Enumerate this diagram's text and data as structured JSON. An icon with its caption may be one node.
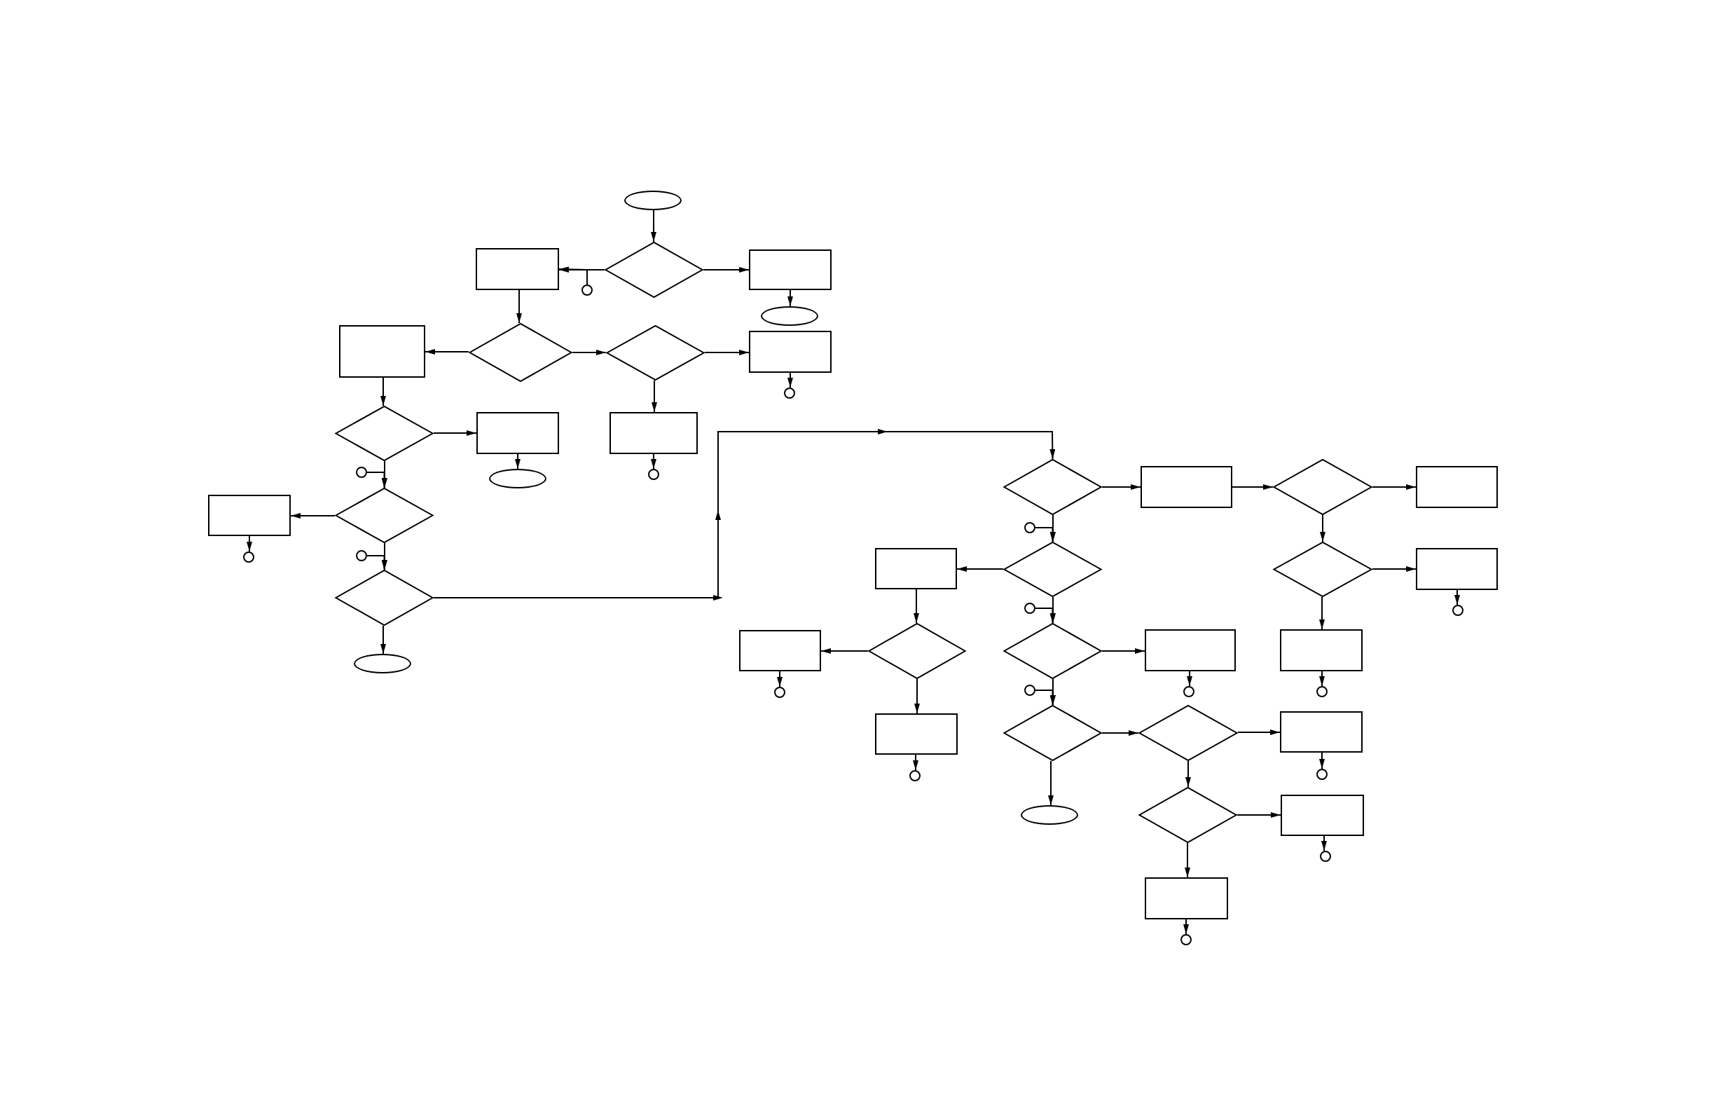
{
  "diagram": {
    "nodes": [
      {
        "text": [],
        "shape": "ellipse"
      },
      {
        "text": [],
        "shape": "diamond"
      },
      {
        "text": [],
        "shape": "box"
      },
      {
        "text": [],
        "shape": "box"
      },
      {
        "text": [],
        "shape": "ellipse"
      },
      {
        "text": [],
        "shape": "circle"
      },
      {
        "text": [],
        "shape": "box"
      },
      {
        "text": [],
        "shape": "diamond"
      },
      {
        "text": [],
        "shape": "diamond"
      },
      {
        "text": [],
        "shape": "box"
      },
      {
        "text": [],
        "shape": "circle"
      },
      {
        "text": [],
        "shape": "diamond"
      },
      {
        "text": [],
        "shape": "box"
      },
      {
        "text": [],
        "shape": "ellipse"
      },
      {
        "text": [],
        "shape": "box"
      },
      {
        "text": [],
        "shape": "circle"
      },
      {
        "text": [],
        "shape": "circle"
      },
      {
        "text": [],
        "shape": "diamond"
      },
      {
        "text": [],
        "shape": "box"
      },
      {
        "text": [],
        "shape": "circle"
      },
      {
        "text": [],
        "shape": "circle"
      },
      {
        "text": [],
        "shape": "diamond"
      },
      {
        "text": [],
        "shape": "ellipse"
      },
      {
        "text": [],
        "shape": "diamond"
      },
      {
        "text": [],
        "shape": "box"
      },
      {
        "text": [],
        "shape": "diamond"
      },
      {
        "text": [],
        "shape": "box"
      },
      {
        "text": [],
        "shape": "circle"
      },
      {
        "text": [],
        "shape": "diamond"
      },
      {
        "text": [],
        "shape": "box"
      },
      {
        "text": [],
        "shape": "diamond"
      },
      {
        "text": [],
        "shape": "box"
      },
      {
        "text": [],
        "shape": "circle"
      },
      {
        "text": [],
        "shape": "circle"
      },
      {
        "text": [],
        "shape": "diamond"
      },
      {
        "text": [],
        "shape": "box"
      },
      {
        "text": [],
        "shape": "circle"
      },
      {
        "text": [],
        "shape": "diamond"
      },
      {
        "text": [],
        "shape": "box"
      },
      {
        "text": [],
        "shape": "circle"
      },
      {
        "text": [],
        "shape": "box"
      },
      {
        "text": [],
        "shape": "circle"
      },
      {
        "text": [],
        "shape": "box"
      },
      {
        "text": [],
        "shape": "circle"
      },
      {
        "text": [],
        "shape": "circle"
      },
      {
        "text": [],
        "shape": "diamond"
      },
      {
        "text": [],
        "shape": "diamond"
      },
      {
        "text": [],
        "shape": "box"
      },
      {
        "text": [],
        "shape": "circle"
      },
      {
        "text": [],
        "shape": "ellipse"
      },
      {
        "text": [],
        "shape": "diamond"
      },
      {
        "text": [],
        "shape": "box"
      },
      {
        "text": [],
        "shape": "circle"
      },
      {
        "text": [],
        "shape": "box"
      },
      {
        "text": [],
        "shape": "circle"
      }
    ],
    "edges": [
      {
        "from": 0,
        "to": 1,
        "arrow": "to"
      },
      {
        "from": 1,
        "to": 2,
        "arrow": "to"
      },
      {
        "from": 5,
        "to": 2,
        "arrow": "to"
      },
      {
        "from": 1,
        "to": 3,
        "arrow": "to"
      },
      {
        "from": 3,
        "to": 4,
        "arrow": "to"
      },
      {
        "from": 2,
        "to": 7,
        "arrow": "to"
      },
      {
        "from": 7,
        "to": 6,
        "arrow": "to"
      },
      {
        "from": 7,
        "to": 8,
        "arrow": "to"
      },
      {
        "from": 8,
        "to": 9,
        "arrow": "to"
      },
      {
        "from": 9,
        "to": 10,
        "arrow": "to"
      },
      {
        "from": 8,
        "to": 14,
        "arrow": "to"
      },
      {
        "from": 14,
        "to": 15,
        "arrow": "to"
      },
      {
        "from": 6,
        "to": 11,
        "arrow": "to"
      },
      {
        "from": 11,
        "to": 12,
        "arrow": "to"
      },
      {
        "from": 12,
        "to": 13,
        "arrow": "to"
      },
      {
        "from": 11,
        "to": 17,
        "arrow": "to"
      },
      {
        "from": 16,
        "to": 17,
        "arrow": "to"
      },
      {
        "from": 17,
        "to": 18,
        "arrow": "to"
      },
      {
        "from": 18,
        "to": 19,
        "arrow": "to"
      },
      {
        "from": 17,
        "to": 21,
        "arrow": "to"
      },
      {
        "from": 20,
        "to": 21,
        "arrow": "to"
      },
      {
        "from": 21,
        "to": 22,
        "arrow": "to"
      },
      {
        "from": 21,
        "to": 23,
        "arrow": "to"
      },
      {
        "from": 23,
        "to": 24,
        "arrow": "to"
      },
      {
        "from": 24,
        "to": 25,
        "arrow": "to"
      },
      {
        "from": 25,
        "to": 26,
        "arrow": "to"
      },
      {
        "from": 25,
        "to": 30,
        "arrow": "to"
      },
      {
        "from": 30,
        "to": 31,
        "arrow": "to"
      },
      {
        "from": 31,
        "to": 32,
        "arrow": "to"
      },
      {
        "from": 30,
        "to": 40,
        "arrow": "to"
      },
      {
        "from": 40,
        "to": 41,
        "arrow": "to"
      },
      {
        "from": 23,
        "to": 28,
        "arrow": "to"
      },
      {
        "from": 27,
        "to": 28,
        "arrow": "to"
      },
      {
        "from": 28,
        "to": 29,
        "arrow": "to"
      },
      {
        "from": 29,
        "to": 34,
        "arrow": "to"
      },
      {
        "from": 34,
        "to": 35,
        "arrow": "to"
      },
      {
        "from": 35,
        "to": 36,
        "arrow": "to"
      },
      {
        "from": 34,
        "to": 42,
        "arrow": "to"
      },
      {
        "from": 42,
        "to": 43,
        "arrow": "to"
      },
      {
        "from": 28,
        "to": 37,
        "arrow": "to"
      },
      {
        "from": 33,
        "to": 37,
        "arrow": "to"
      },
      {
        "from": 37,
        "to": 38,
        "arrow": "to"
      },
      {
        "from": 38,
        "to": 39,
        "arrow": "to"
      },
      {
        "from": 37,
        "to": 45,
        "arrow": "to"
      },
      {
        "from": 44,
        "to": 45,
        "arrow": "to"
      },
      {
        "from": 45,
        "to": 46,
        "arrow": "to"
      },
      {
        "from": 45,
        "to": 49,
        "arrow": "to"
      },
      {
        "from": 46,
        "to": 47,
        "arrow": "to"
      },
      {
        "from": 47,
        "to": 48,
        "arrow": "to"
      },
      {
        "from": 46,
        "to": 50,
        "arrow": "to"
      },
      {
        "from": 50,
        "to": 51,
        "arrow": "to"
      },
      {
        "from": 51,
        "to": 52,
        "arrow": "to"
      },
      {
        "from": 50,
        "to": 53,
        "arrow": "to"
      },
      {
        "from": 53,
        "to": 54,
        "arrow": "to"
      }
    ]
  }
}
